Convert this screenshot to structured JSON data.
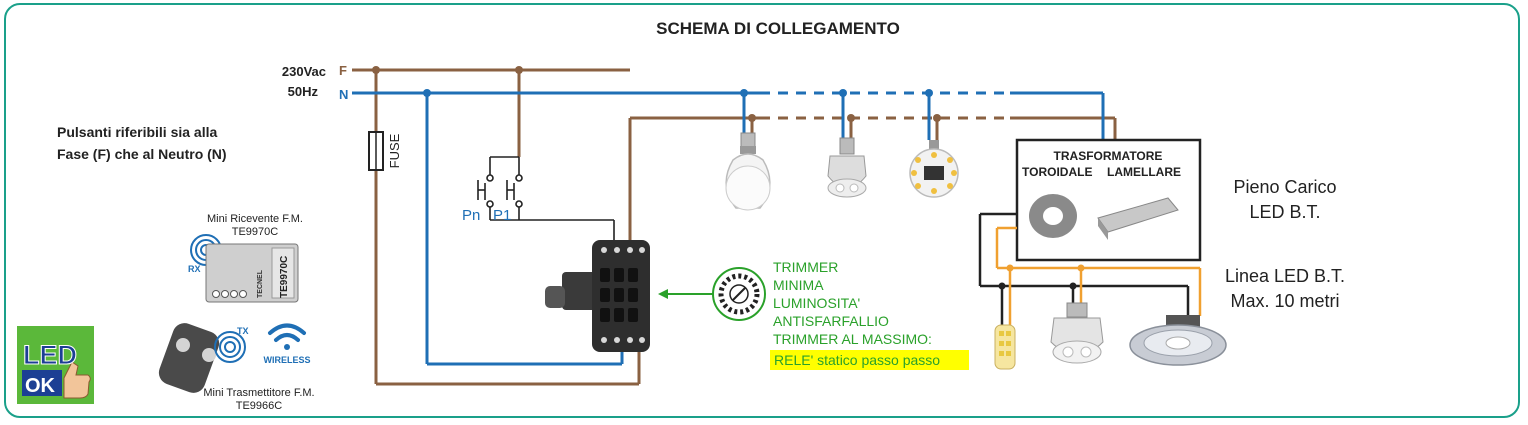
{
  "title": "SCHEMA DI COLLEGAMENTO",
  "supply": {
    "voltage": "230Vac",
    "freq": "50Hz",
    "phase_label": "F",
    "neutral_label": "N"
  },
  "fuse_label": "FUSE",
  "note": {
    "line1": "Pulsanti riferibili sia alla",
    "line2": "Fase (F) che al Neutro (N)"
  },
  "buttons": {
    "pn": "Pn",
    "p1": "P1"
  },
  "receiver": {
    "title": "Mini Ricevente F.M.",
    "code": "TE9970C",
    "rx": "RX",
    "brand": "TECNEL",
    "device_code": "TE9970C"
  },
  "transmitter": {
    "title": "Mini Trasmettitore F.M.",
    "code": "TE9966C",
    "tx": "TX",
    "wireless": "WIRELESS"
  },
  "led_ok": {
    "led": "LED",
    "ok": "OK"
  },
  "trimmer": {
    "lines": [
      "TRIMMER",
      "MINIMA",
      "LUMINOSITA'",
      "ANTISFARFALLIO",
      "TRIMMER AL MASSIMO:"
    ],
    "highlight": "RELE' statico passo passo"
  },
  "transformer": {
    "title": "TRASFORMATORE",
    "toroidal": "TOROIDALE",
    "lamellar": "LAMELLARE"
  },
  "full_load": {
    "line1": "Pieno Carico",
    "line2": "LED B.T."
  },
  "led_line": {
    "line1": "Linea LED B.T.",
    "line2": "Max. 10 metri"
  },
  "colors": {
    "phase": "#8a6142",
    "neutral": "#1f6fb5",
    "low_voltage": "#f0a030",
    "frame": "#1aa08a",
    "trimmer_text": "#2aa12a",
    "highlight": "#ffff00"
  }
}
